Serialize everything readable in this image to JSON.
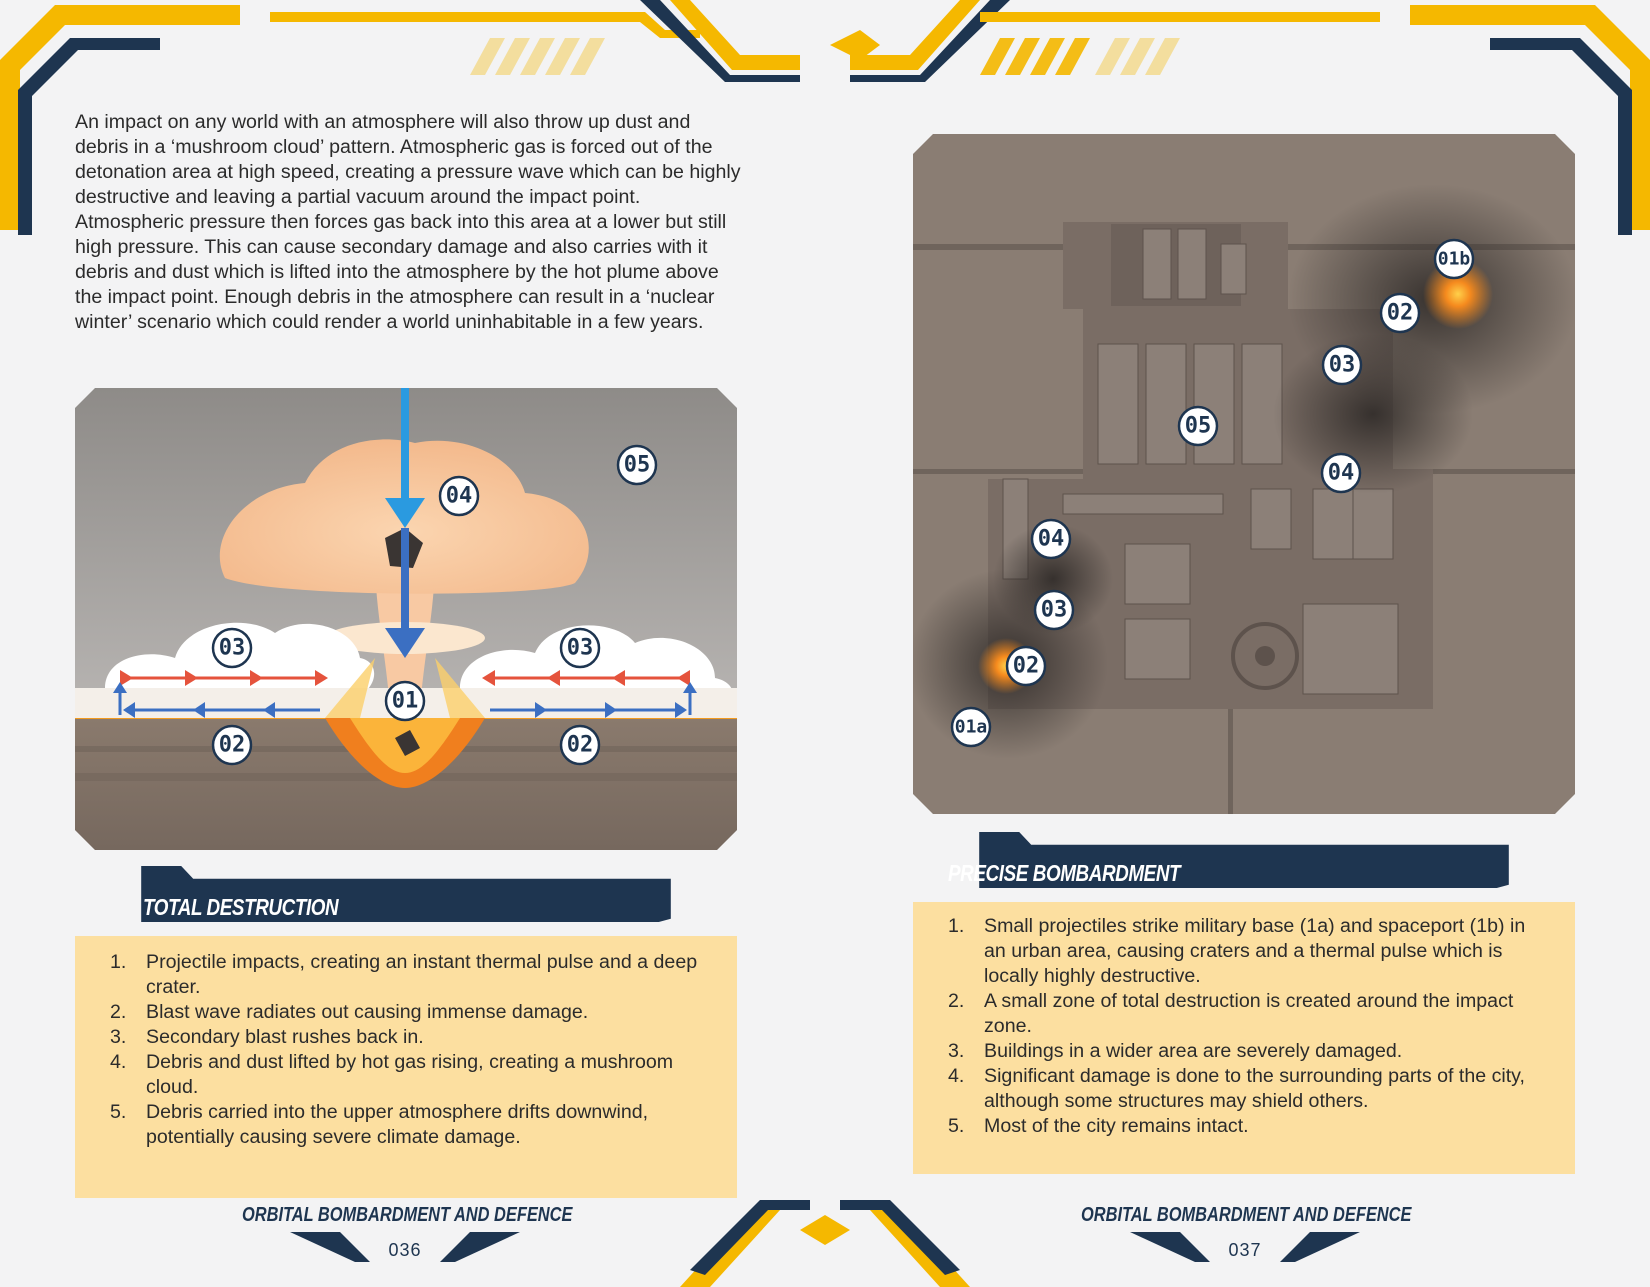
{
  "intro_text": "An impact on any world with an atmosphere will also throw up dust and debris in a ‘mushroom cloud’ pattern. Atmospheric gas is forced out of the detonation area at high speed, creating a pressure wave which can be highly destructive and leaving a partial vacuum around the impact point. Atmospheric pressure then forces gas back into this area at a lower but still high pressure. This can cause secondary damage and also carries with it debris and dust which is lifted into the atmosphere by the hot plume above the impact point. Enough debris in the atmosphere can result in a ‘nuclear winter’ scenario which could render a world uninhabitable in a few years.",
  "left_diagram": {
    "labels": [
      "01",
      "02",
      "02",
      "03",
      "03",
      "04",
      "05"
    ]
  },
  "right_map": {
    "labels": [
      "01a",
      "01b",
      "02",
      "02",
      "03",
      "03",
      "04",
      "04",
      "05"
    ]
  },
  "total_destruction": {
    "title": "TOTAL DESTRUCTION",
    "items": [
      {
        "num": "1.",
        "text": "Projectile impacts, creating an instant thermal pulse and a deep crater."
      },
      {
        "num": "2.",
        "text": "Blast wave radiates out causing immense damage."
      },
      {
        "num": "3.",
        "text": "Secondary blast rushes back in."
      },
      {
        "num": "4.",
        "text": "Debris and dust lifted by hot gas rising, creating a mushroom cloud."
      },
      {
        "num": "5.",
        "text": "Debris carried into the upper atmosphere drifts downwind, potentially causing severe climate damage."
      }
    ]
  },
  "precise_bombardment": {
    "title": "PRECISE BOMBARDMENT",
    "items": [
      {
        "num": "1.",
        "text": "Small projectiles strike military base (1a) and spaceport (1b) in an urban area, causing craters and a thermal pulse which is locally highly destructive."
      },
      {
        "num": "2.",
        "text": "A small zone of total destruction is created around the impact zone."
      },
      {
        "num": "3.",
        "text": "Buildings in a wider area are severely damaged."
      },
      {
        "num": "4.",
        "text": "Significant damage is done to the surrounding parts of the city, although some structures may shield others."
      },
      {
        "num": "5.",
        "text": "Most of the city remains intact."
      }
    ]
  },
  "footer": {
    "left_title": "ORBITAL BOMBARDMENT AND DEFENCE",
    "left_page": "036",
    "right_title": "ORBITAL BOMBARDMENT AND DEFENCE",
    "right_page": "037"
  },
  "colors": {
    "navy": "#1e3550",
    "gold": "#f5b800",
    "panel": "#fcdfa0"
  }
}
